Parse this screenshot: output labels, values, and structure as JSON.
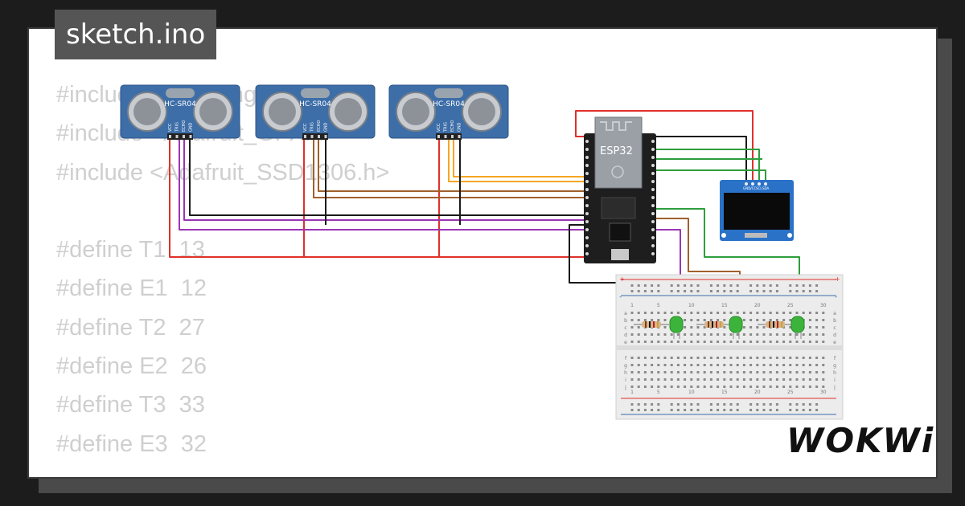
{
  "title": "sketch.ino",
  "code_lines": [
    "#include <NewPing.h>",
    "#include <Adafruit_GFX.h>",
    "#include <Adafruit_SSD1306.h>",
    "",
    "#define T1  13",
    "#define E1  12",
    "#define T2  27",
    "#define E2  26",
    "#define T3  33",
    "#define E3  32"
  ],
  "sensors": [
    {
      "label": "HC-SR04",
      "pins": [
        "VCC",
        "TRIG",
        "ECHO",
        "GND"
      ]
    },
    {
      "label": "HC-SR04",
      "pins": [
        "VCC",
        "TRIG",
        "ECHO",
        "GND"
      ]
    },
    {
      "label": "HC-SR04",
      "pins": [
        "VCC",
        "TRIG",
        "ECHO",
        "GND"
      ]
    }
  ],
  "mcu": {
    "label": "ESP32"
  },
  "oled": {
    "pins": [
      "GND",
      "VCC",
      "SCL",
      "SDA"
    ]
  },
  "breadboard": {
    "col_labels": [
      "1",
      "5",
      "10",
      "15",
      "20",
      "25",
      "30"
    ],
    "row_labels_top": [
      "a",
      "b",
      "c",
      "d",
      "e"
    ],
    "row_labels_bottom": [
      "f",
      "g",
      "h",
      "i",
      "j"
    ],
    "rail_plus": "+",
    "rail_minus": "-"
  },
  "brand": "WOKWi",
  "colors": {
    "sensor_blue": "#3d6ea8",
    "pcb_black": "#1e1e1e",
    "wire_red": "#e0302a",
    "wire_orange": "#f5a623",
    "wire_brown": "#a0602b",
    "wire_purple": "#9a35b5",
    "wire_black": "#1a1a1a",
    "wire_green": "#2e9e3c",
    "led_green": "#3cb43c",
    "oled_blue": "#2a72c8",
    "breadboard": "#ececec"
  }
}
